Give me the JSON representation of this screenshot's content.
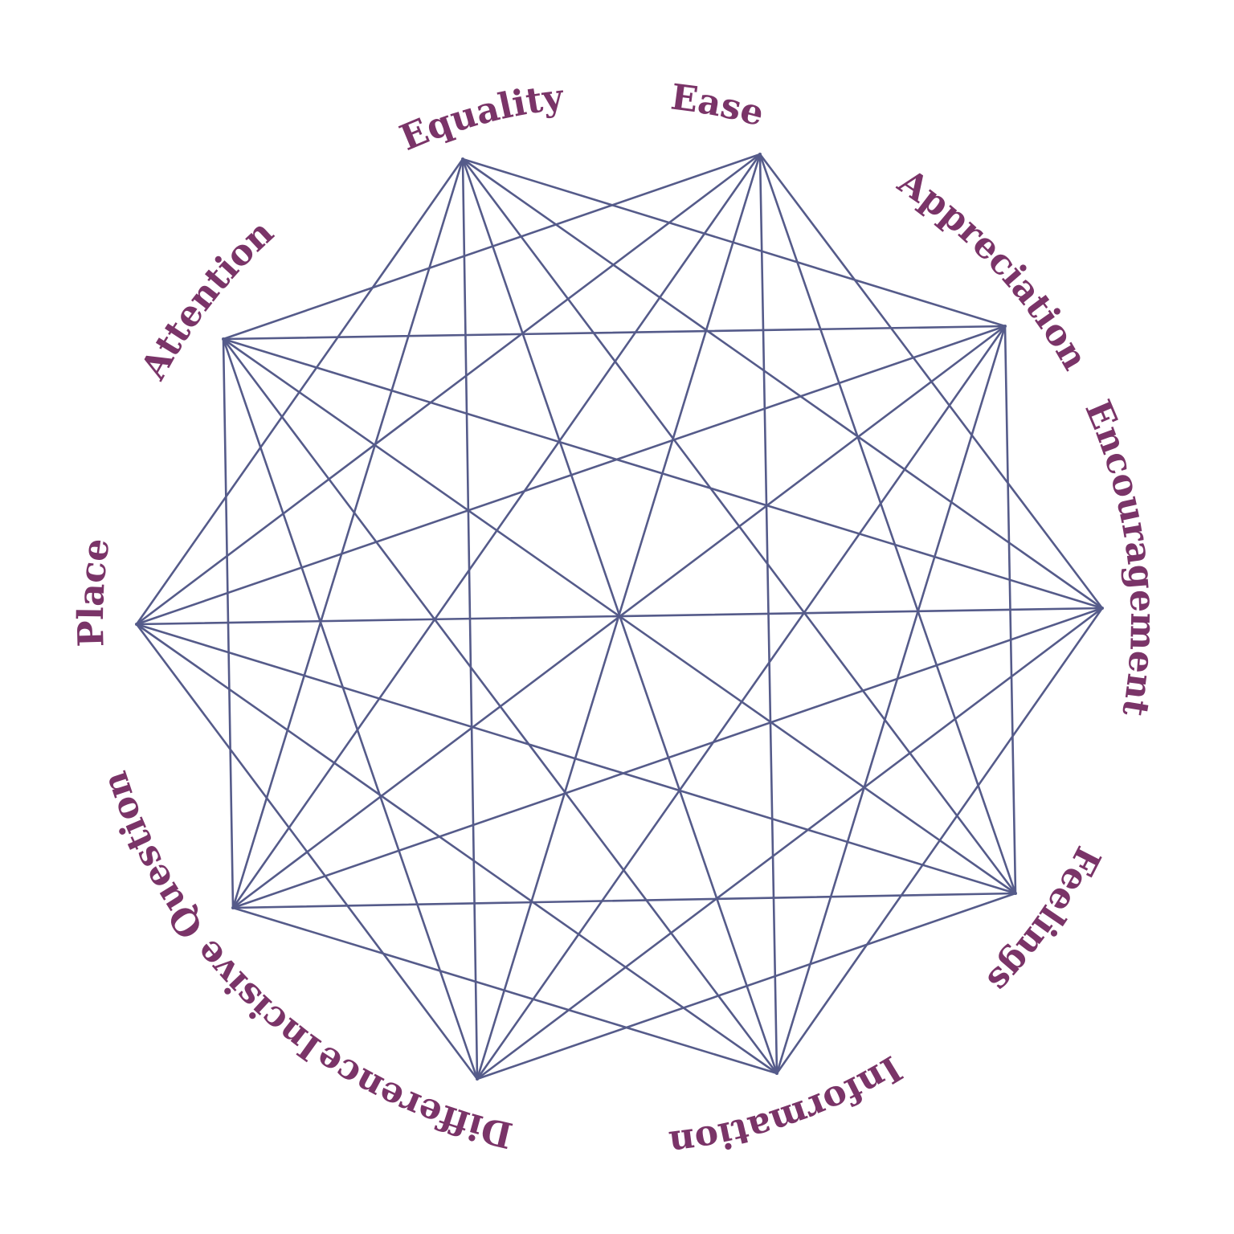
{
  "colors": {
    "lines": "#555b8a",
    "labels": "#7a3468",
    "background": "#ffffff"
  },
  "nodes": [
    {
      "name": "ease",
      "label": "Ease"
    },
    {
      "name": "appreciation",
      "label": "Appreciation"
    },
    {
      "name": "encouragement",
      "label": "Encouragement"
    },
    {
      "name": "feelings",
      "label": "Feelings"
    },
    {
      "name": "information",
      "label": "Information"
    },
    {
      "name": "difference",
      "label": "Difference"
    },
    {
      "name": "incisive-question",
      "label": "Incisive Question"
    },
    {
      "name": "place",
      "label": "Place"
    },
    {
      "name": "attention",
      "label": "Attention"
    },
    {
      "name": "equality",
      "label": "Equality"
    }
  ],
  "connections": "each node connects to every node except its immediate neighbours"
}
